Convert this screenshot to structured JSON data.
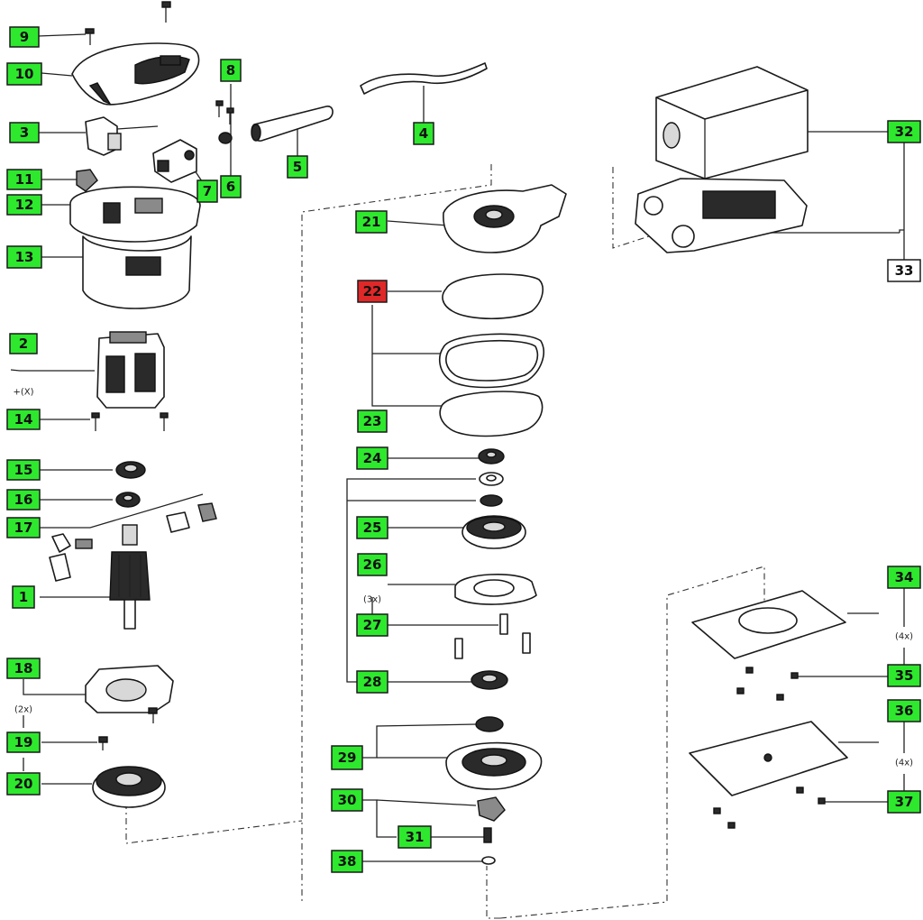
{
  "colors": {
    "label_green": "#2ee82e",
    "label_red": "#e02828",
    "label_outline_only": "#ffffff",
    "line": "#222222"
  },
  "labels": {
    "l9": "9",
    "l10": "10",
    "l3": "3",
    "l11": "11",
    "l12": "12",
    "l13": "13",
    "l8": "8",
    "l7": "7",
    "l6": "6",
    "l5": "5",
    "l4": "4",
    "l2": "2",
    "l14": "14",
    "l15": "15",
    "l16": "16",
    "l17": "17",
    "l1": "1",
    "l18": "18",
    "l19": "19",
    "l20": "20",
    "l21": "21",
    "l22": "22",
    "l23": "23",
    "l24": "24",
    "l25": "25",
    "l26": "26",
    "l27": "27",
    "l28": "28",
    "l29": "29",
    "l30": "30",
    "l31": "31",
    "l38": "38",
    "l32": "32",
    "l33": "33",
    "l34": "34",
    "l35": "35",
    "l36": "36",
    "l37": "37"
  },
  "multipliers": {
    "m2": "+(X)",
    "m18": "(2x)",
    "m26": "(3x)",
    "m34": "(4x)",
    "m36": "(4x)"
  }
}
